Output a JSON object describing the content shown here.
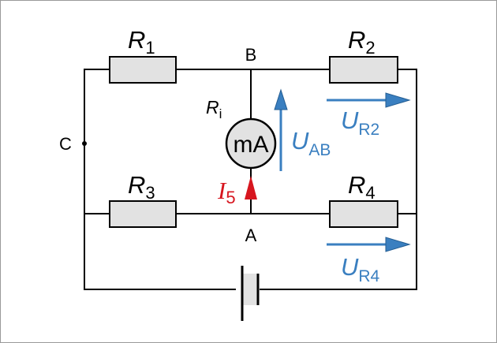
{
  "resistors": {
    "r1": {
      "letter": "R",
      "sub": "1"
    },
    "r2": {
      "letter": "R",
      "sub": "2"
    },
    "r3": {
      "letter": "R",
      "sub": "3"
    },
    "r4": {
      "letter": "R",
      "sub": "4"
    }
  },
  "nodes": {
    "a": "A",
    "b": "B",
    "c": "C"
  },
  "meter": {
    "label": "mA",
    "res_letter": "R",
    "res_sub": "i"
  },
  "current": {
    "letter": "I",
    "sub": "5"
  },
  "voltages": {
    "uab": {
      "letter": "U",
      "sub": "AB"
    },
    "ur2": {
      "letter": "U",
      "sub": "R2"
    },
    "ur4": {
      "letter": "U",
      "sub": "R4"
    }
  },
  "colors": {
    "voltage": "#3a7fc0",
    "current": "#d7161f",
    "resistor_fill": "#e2e2e2"
  }
}
